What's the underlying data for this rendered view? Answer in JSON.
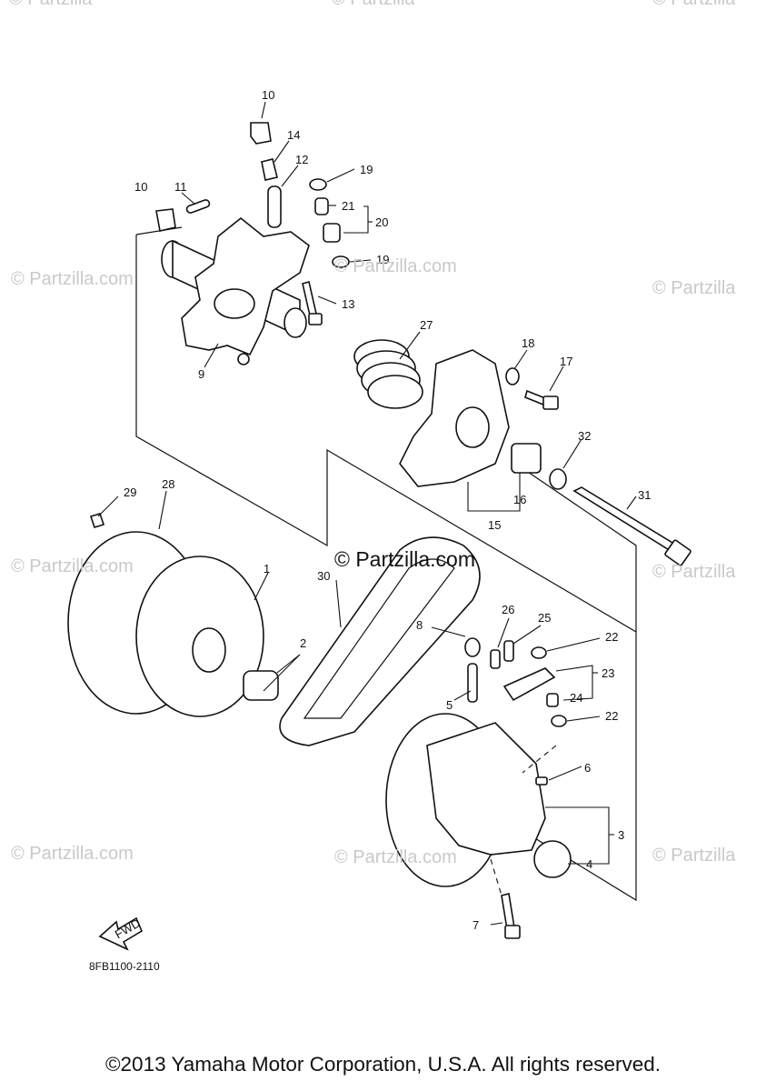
{
  "watermark": {
    "text": "© Partzilla",
    "text_com": "© Partzilla.com",
    "center_text": "© Partzilla.com"
  },
  "part_numbers": [
    "10",
    "14",
    "12",
    "19",
    "10",
    "11",
    "21",
    "20",
    "19",
    "13",
    "9",
    "27",
    "18",
    "17",
    "32",
    "31",
    "16",
    "15",
    "29",
    "28",
    "1",
    "30",
    "8",
    "26",
    "25",
    "22",
    "23",
    "24",
    "22",
    "2",
    "5",
    "6",
    "3",
    "4",
    "7"
  ],
  "fwd_label": "FWD",
  "diagram_code": "8FB1100-2110",
  "copyright": "©2013 Yamaha Motor Corporation, U.S.A. All rights reserved."
}
